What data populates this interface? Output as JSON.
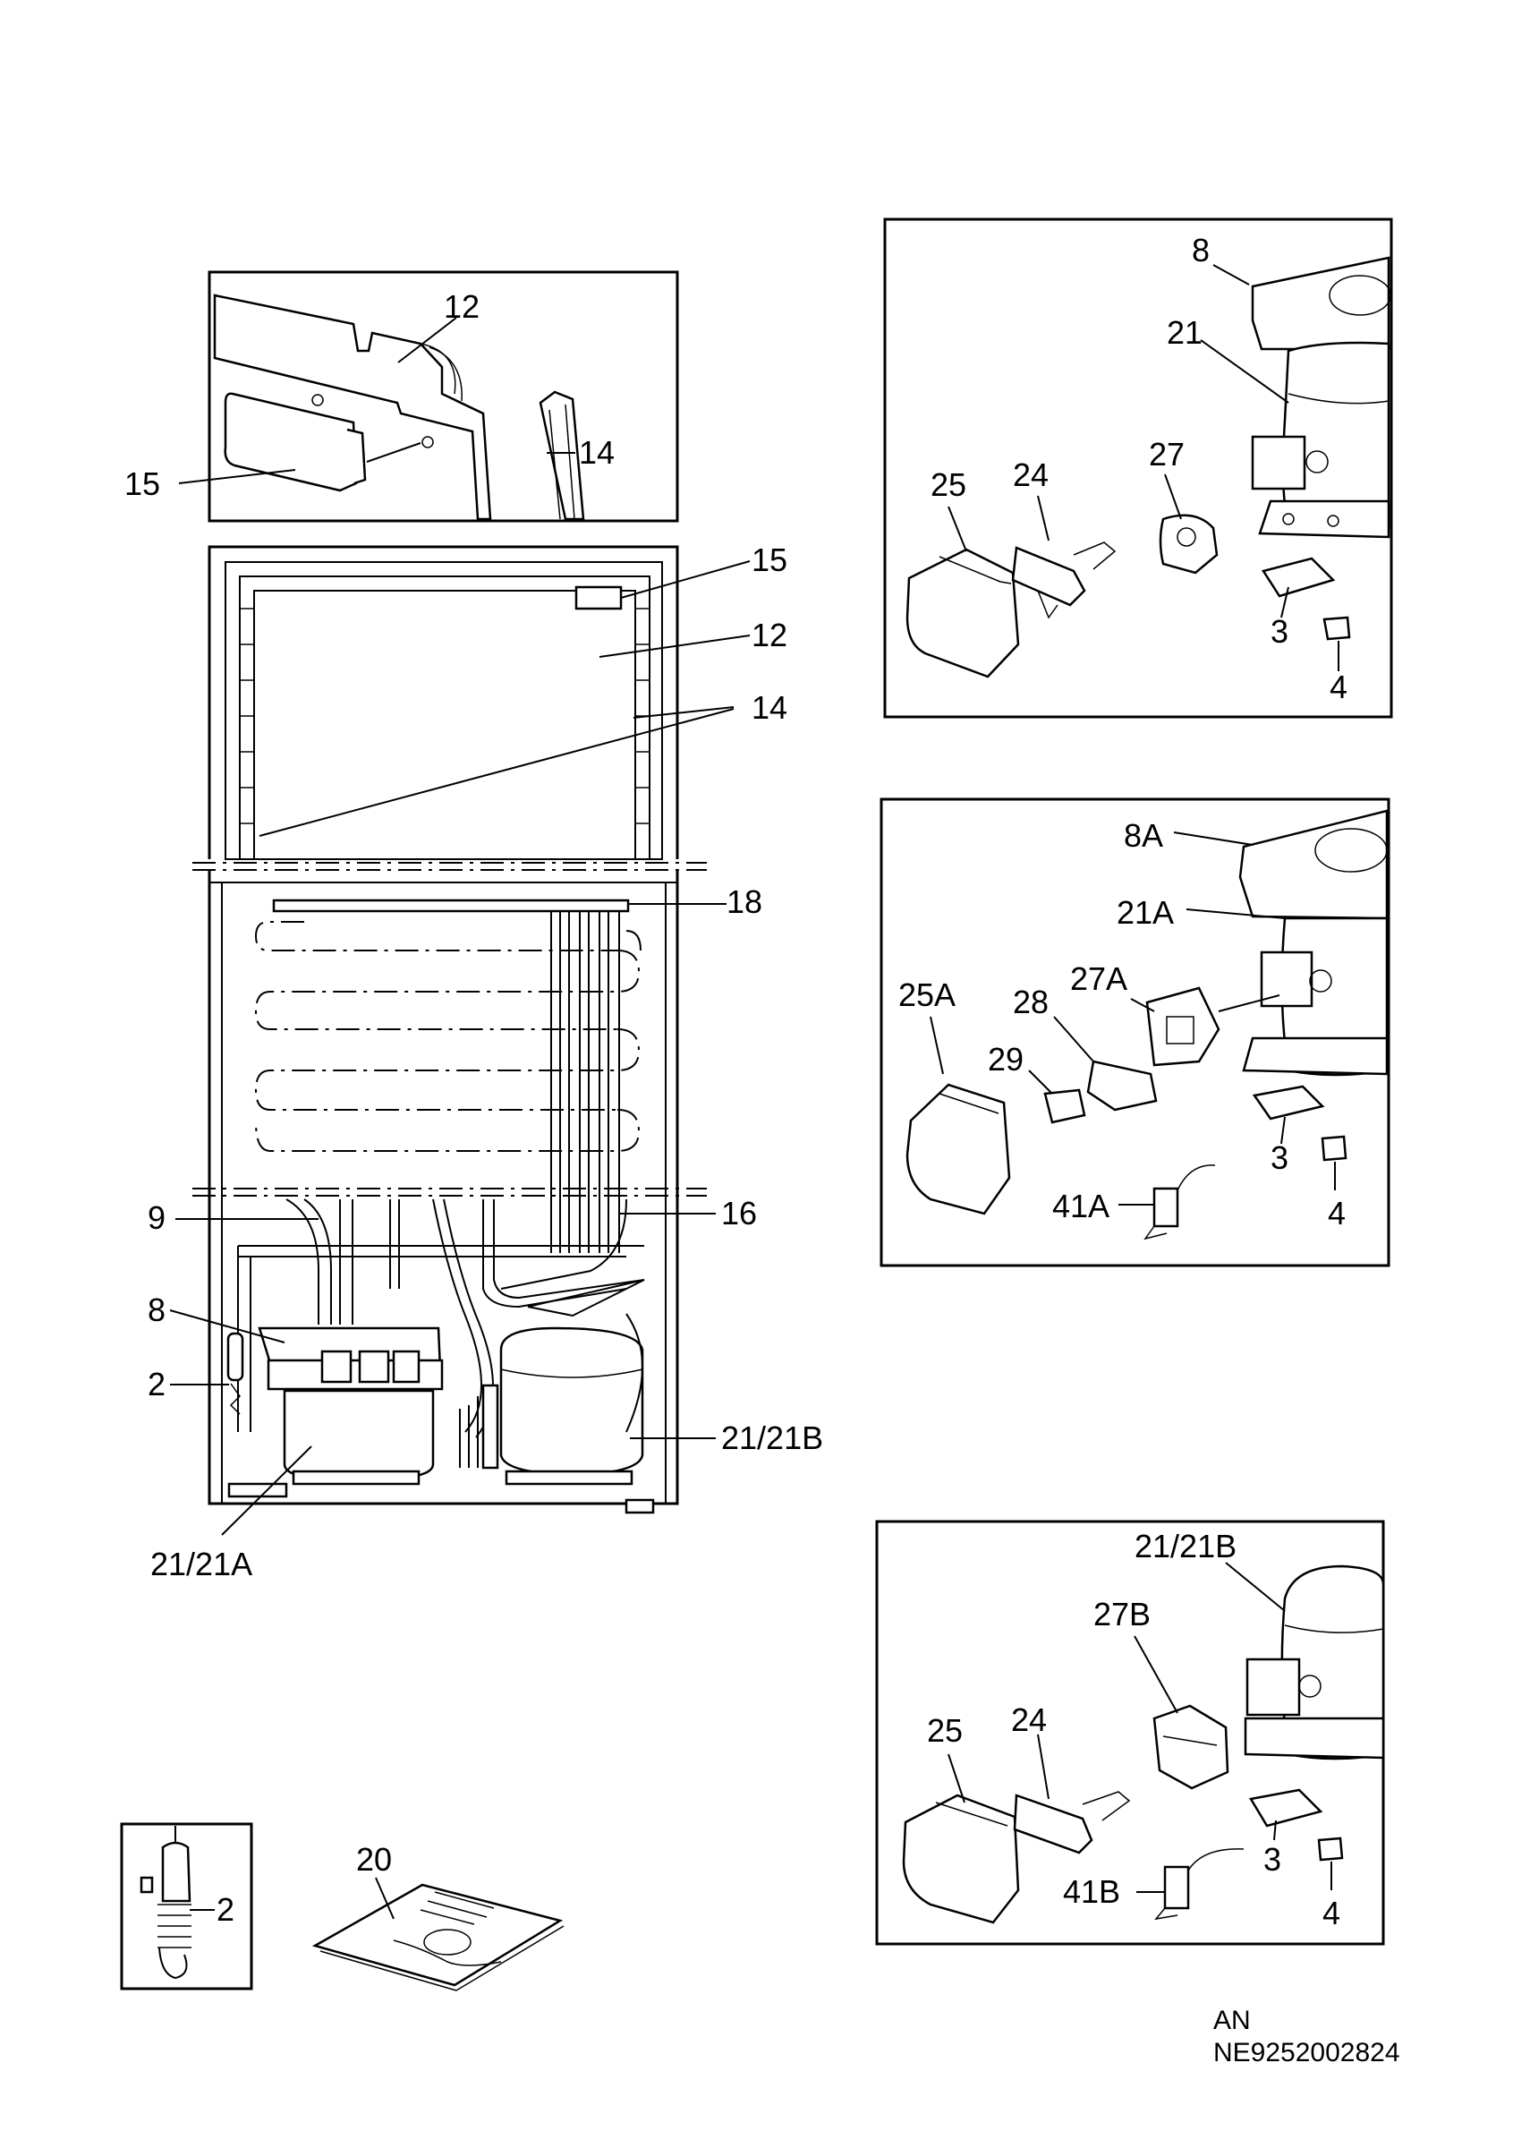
{
  "labels": {
    "detail_top": {
      "l12": "12",
      "l14": "14",
      "l15": "15"
    },
    "cabinet": {
      "l15": "15",
      "l12": "12",
      "l14": "14",
      "l18": "18",
      "l9": "9",
      "l16": "16",
      "l8": "8",
      "l2": "2",
      "l21_21b": "21/21B",
      "l21_21a": "21/21A"
    },
    "panel_a": {
      "l8": "8",
      "l21": "21",
      "l25": "25",
      "l24": "24",
      "l27": "27",
      "l3": "3",
      "l4": "4"
    },
    "panel_b": {
      "l8a": "8A",
      "l21a": "21A",
      "l25a": "25A",
      "l28": "28",
      "l27a": "27A",
      "l29": "29",
      "l3": "3",
      "l41a": "41A",
      "l4": "4"
    },
    "panel_c": {
      "l21_21b": "21/21B",
      "l27b": "27B",
      "l25": "25",
      "l24": "24",
      "l3": "3",
      "l41b": "41B",
      "l4": "4"
    },
    "detail_sensor": {
      "l2": "2"
    },
    "manual": {
      "l20": "20"
    }
  },
  "doc_code": {
    "line1": "AN",
    "line2": "NE9252002824"
  }
}
